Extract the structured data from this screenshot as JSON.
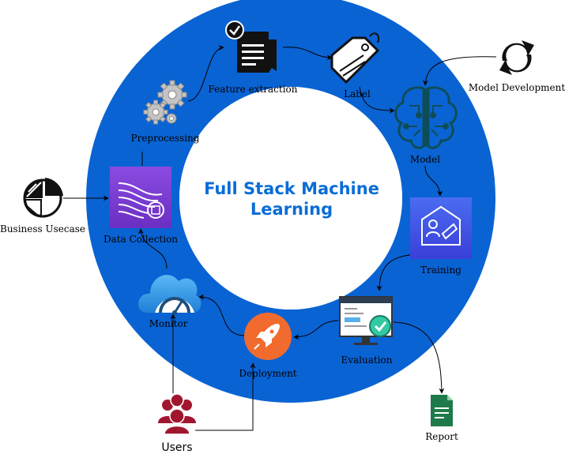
{
  "title": {
    "line1": "Full Stack Machine",
    "line2": "Learning"
  },
  "colors": {
    "ring": "#0a63d3",
    "title": "#0a6dd6",
    "data_collection": "#7b3fd0",
    "training": "#3b4fe0",
    "deployment": "#f26b2e",
    "users": "#a1162e",
    "report": "#1e7a4a",
    "model": "#0e4d57",
    "monitor": "#3ba3ec"
  },
  "nodes": {
    "feature_extraction": {
      "label": "Feature extraction",
      "icon": "document-check-icon"
    },
    "label": {
      "label": "Label",
      "icon": "tag-icon"
    },
    "model_development": {
      "label": "Model Development",
      "icon": "refresh-arrows-icon"
    },
    "model": {
      "label": "Model",
      "icon": "brain-circuit-icon"
    },
    "training": {
      "label": "Training",
      "icon": "training-icon"
    },
    "evaluation": {
      "label": "Evaluation",
      "icon": "monitor-check-icon"
    },
    "report": {
      "label": "Report",
      "icon": "report-document-icon"
    },
    "deployment": {
      "label": "Deployment",
      "icon": "rocket-icon"
    },
    "users": {
      "label": "Users",
      "icon": "users-icon"
    },
    "monitor": {
      "label": "Monitor",
      "icon": "cloud-gauge-icon"
    },
    "data_collection": {
      "label": "Data Collection",
      "icon": "data-streams-icon"
    },
    "business_usecase": {
      "label": "Business Usecase",
      "icon": "pie-chart-icon"
    },
    "preprocessing": {
      "label": "Preprocessing",
      "icon": "gears-icon"
    }
  }
}
